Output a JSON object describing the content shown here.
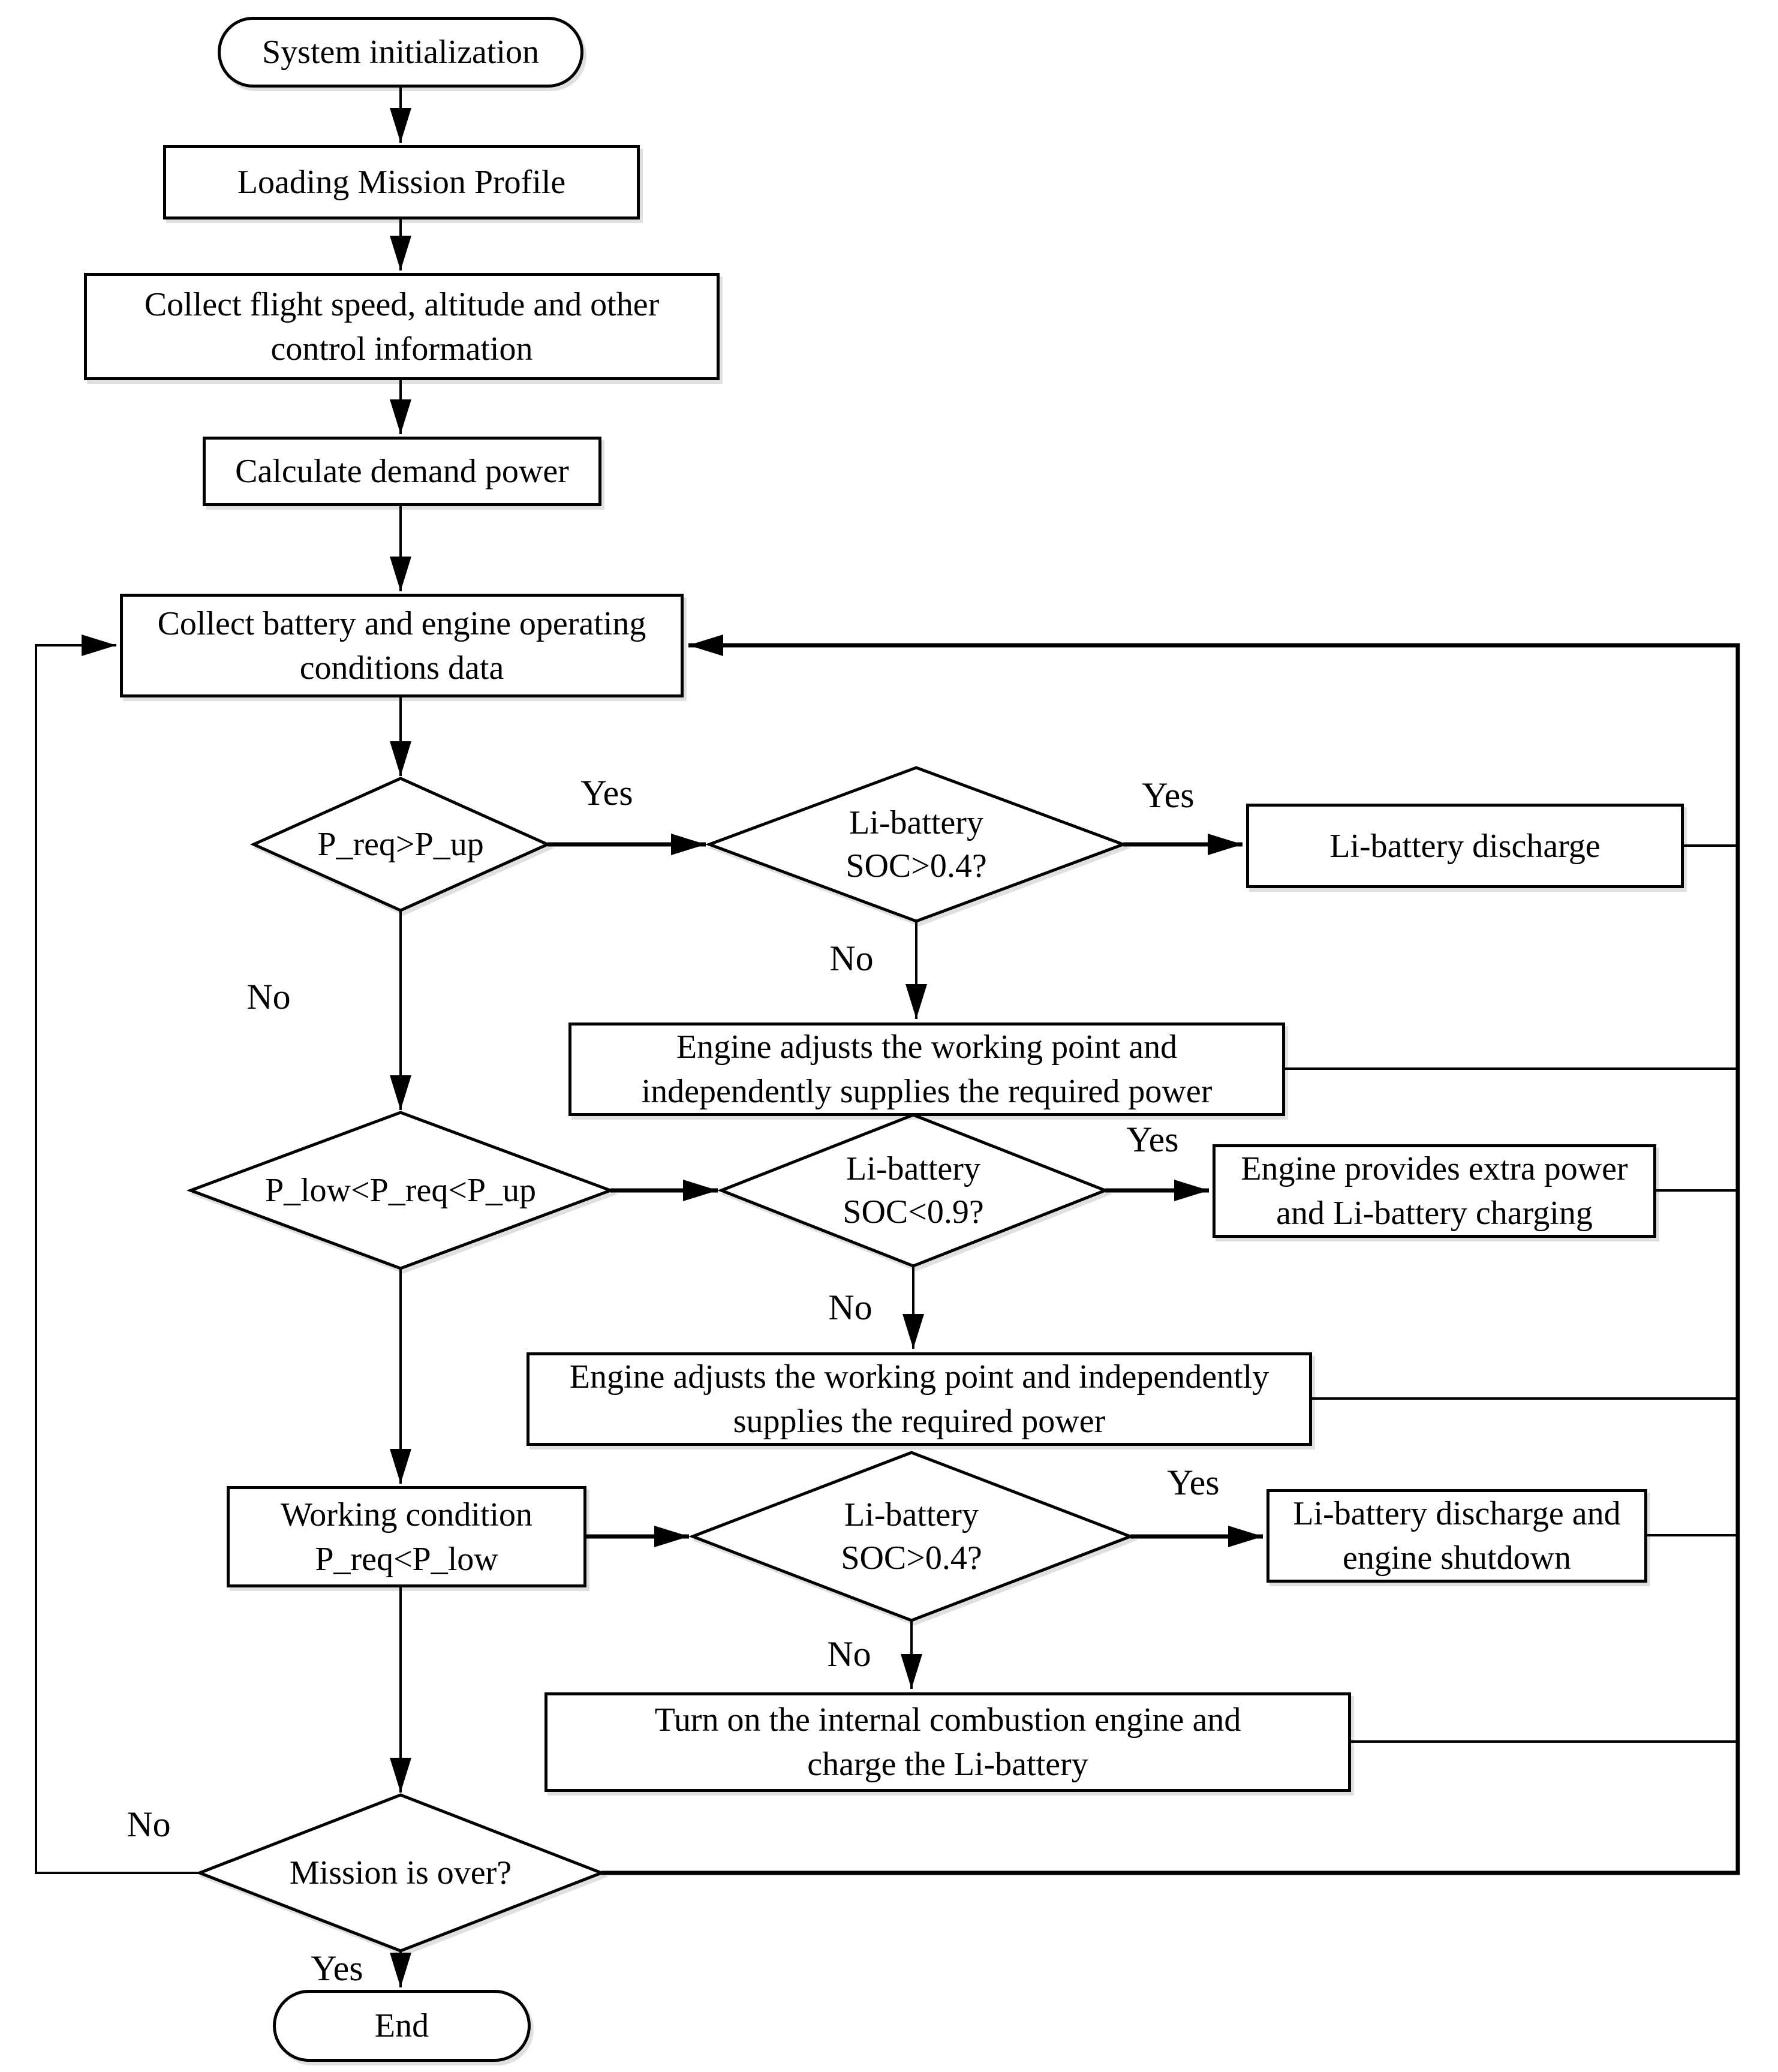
{
  "nodes": {
    "start": {
      "label": "System initialization"
    },
    "loading": {
      "label": "Loading Mission Profile"
    },
    "collect_flight": {
      "lines": [
        "Collect flight speed, altitude and other",
        "control information"
      ]
    },
    "calc_power": {
      "label": "Calculate demand power"
    },
    "collect_battery": {
      "lines": [
        "Collect battery and engine operating",
        "conditions data"
      ]
    },
    "d_preq_up": {
      "label": "P_req>P_up"
    },
    "d_soc04_a": {
      "lines": [
        "Li-battery",
        "SOC>0.4?"
      ]
    },
    "b_discharge": {
      "label": "Li-battery discharge"
    },
    "b_engine1": {
      "lines": [
        "Engine adjusts the working point and",
        "independently supplies the required power"
      ]
    },
    "d_plow": {
      "label": "P_low<P_req<P_up"
    },
    "d_soc09": {
      "lines": [
        "Li-battery",
        "SOC<0.9?"
      ]
    },
    "b_extra": {
      "lines": [
        "Engine provides extra power",
        "and Li-battery charging"
      ]
    },
    "b_engine2": {
      "lines": [
        "Engine adjusts the working point and independently",
        "supplies the required power"
      ]
    },
    "b_working": {
      "lines": [
        "Working condition",
        "P_req<P_low"
      ]
    },
    "d_soc04_b": {
      "lines": [
        "Li-battery",
        "SOC>0.4?"
      ]
    },
    "b_shutdown": {
      "lines": [
        "Li-battery discharge and",
        "engine shutdown"
      ]
    },
    "b_turnon": {
      "lines": [
        "Turn on the internal combustion engine and",
        "charge the Li-battery"
      ]
    },
    "d_mission": {
      "label": "Mission is over?"
    },
    "end": {
      "label": "End"
    }
  },
  "edge_labels": {
    "yes1": "Yes",
    "yes2": "Yes",
    "yes3": "Yes",
    "yes4": "Yes",
    "yes_mission": "Yes",
    "no1": "No",
    "no2": "No",
    "no3": "No",
    "no4": "No",
    "no_mission": "No"
  },
  "colors": {
    "line": "#000000",
    "fill": "#ffffff",
    "text": "#000000"
  }
}
